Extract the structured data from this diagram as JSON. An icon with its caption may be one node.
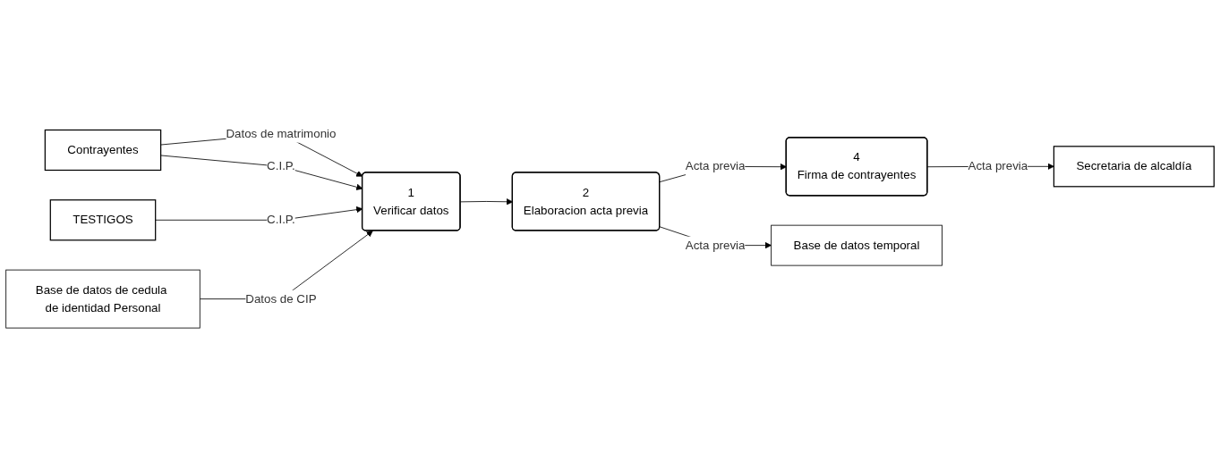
{
  "diagram": {
    "nodes": [
      {
        "text": [
          "Contrayentes"
        ]
      },
      {
        "text": [
          "TESTIGOS"
        ]
      },
      {
        "text": [
          "1",
          "Verificar datos"
        ]
      },
      {
        "text": [
          "2",
          "Elaboracion acta previa"
        ]
      },
      {
        "text": [
          "4",
          "Firma de contrayentes"
        ]
      },
      {
        "text": [
          "Secretaria de alcaldía"
        ]
      },
      {
        "text": [
          "Base de datos temporal"
        ]
      },
      {
        "text": [
          "Base de datos de cedula de identidad Personal"
        ]
      }
    ],
    "edges": [
      {
        "from": 0,
        "to": 2,
        "label": "Datos de matrimonio",
        "arrow": "to"
      },
      {
        "from": 0,
        "to": 2,
        "label": "C.I.P.",
        "arrow": "to"
      },
      {
        "from": 1,
        "to": 2,
        "label": "C.I.P.",
        "arrow": "to"
      },
      {
        "from": 7,
        "to": 2,
        "label": "Datos de CIP",
        "arrow": "to"
      },
      {
        "from": 2,
        "to": 3,
        "arrow": "to"
      },
      {
        "from": 3,
        "to": 4,
        "label": "Acta previa",
        "arrow": "to"
      },
      {
        "from": 4,
        "to": 5,
        "label": "Acta previa",
        "arrow": "to"
      },
      {
        "from": 3,
        "to": 6,
        "label": "Acta previa",
        "arrow": "to"
      }
    ]
  }
}
